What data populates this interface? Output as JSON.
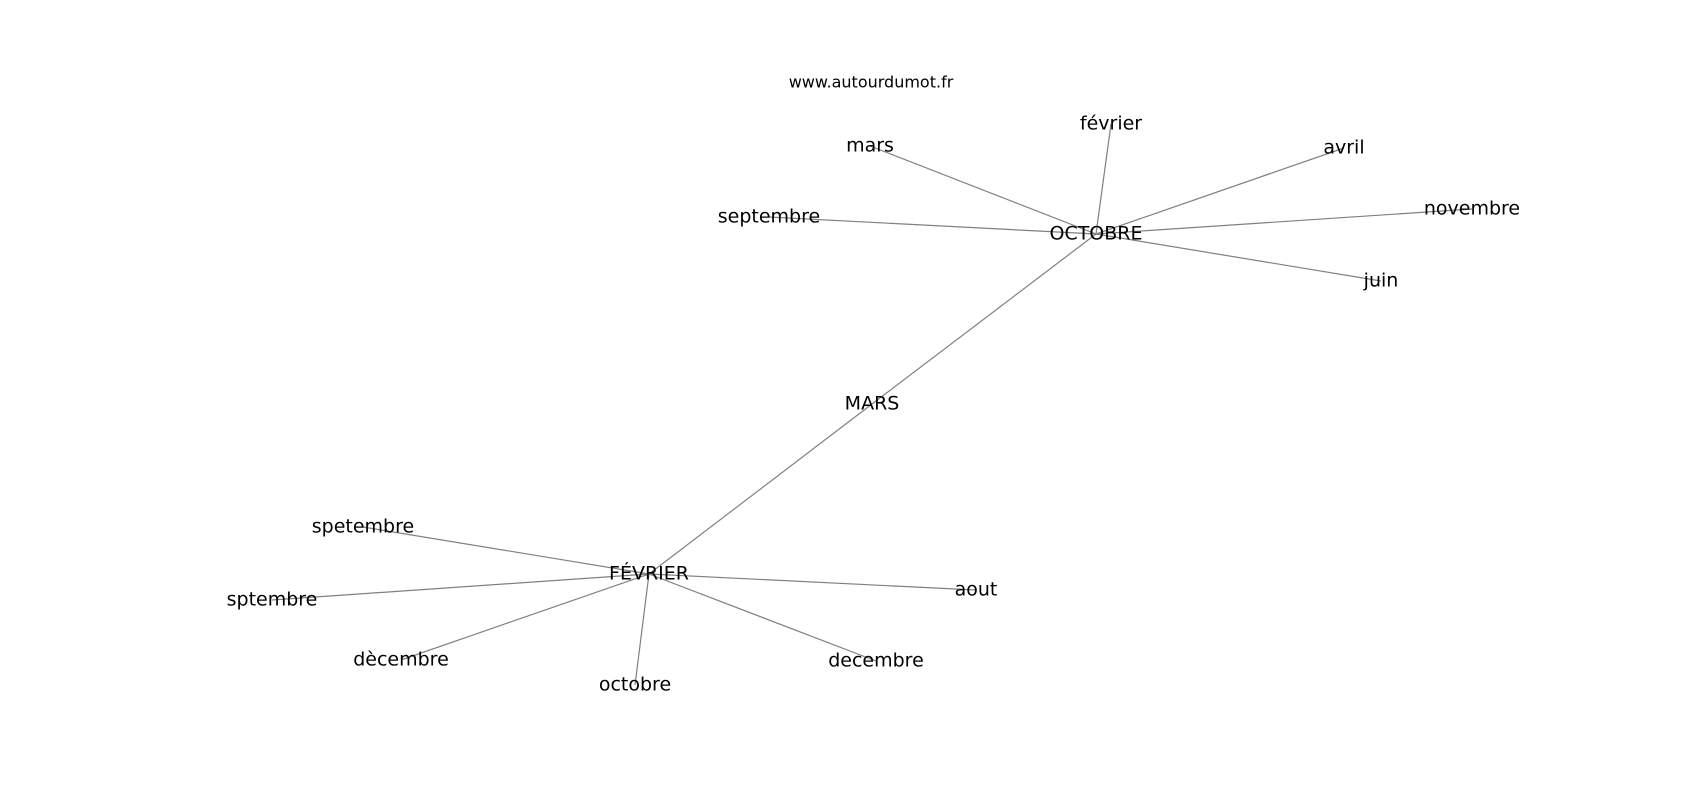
{
  "source_credit": "www.autourdumot.fr",
  "graph": {
    "nodes": [
      {
        "id": "MARS",
        "label": "MARS"
      },
      {
        "id": "OCTOBRE",
        "label": "OCTOBRE"
      },
      {
        "id": "FEVRIER",
        "label": "FÉVRIER"
      },
      {
        "id": "mars",
        "label": "mars"
      },
      {
        "id": "fevrier_lc",
        "label": "février"
      },
      {
        "id": "avril",
        "label": "avril"
      },
      {
        "id": "septembre",
        "label": "septembre"
      },
      {
        "id": "novembre",
        "label": "novembre"
      },
      {
        "id": "juin",
        "label": "juin"
      },
      {
        "id": "spetembre",
        "label": "spetembre"
      },
      {
        "id": "sptembre",
        "label": "sptembre"
      },
      {
        "id": "decembre_grave",
        "label": "dècembre"
      },
      {
        "id": "octobre_lc",
        "label": "octobre"
      },
      {
        "id": "decembre",
        "label": "decembre"
      },
      {
        "id": "aout",
        "label": "aout"
      }
    ],
    "edges": [
      {
        "from": "MARS",
        "to": "OCTOBRE"
      },
      {
        "from": "MARS",
        "to": "FEVRIER"
      },
      {
        "from": "OCTOBRE",
        "to": "mars"
      },
      {
        "from": "OCTOBRE",
        "to": "fevrier_lc"
      },
      {
        "from": "OCTOBRE",
        "to": "avril"
      },
      {
        "from": "OCTOBRE",
        "to": "septembre"
      },
      {
        "from": "OCTOBRE",
        "to": "novembre"
      },
      {
        "from": "OCTOBRE",
        "to": "juin"
      },
      {
        "from": "FEVRIER",
        "to": "spetembre"
      },
      {
        "from": "FEVRIER",
        "to": "sptembre"
      },
      {
        "from": "FEVRIER",
        "to": "decembre_grave"
      },
      {
        "from": "FEVRIER",
        "to": "octobre_lc"
      },
      {
        "from": "FEVRIER",
        "to": "decembre"
      },
      {
        "from": "FEVRIER",
        "to": "aout"
      }
    ]
  }
}
